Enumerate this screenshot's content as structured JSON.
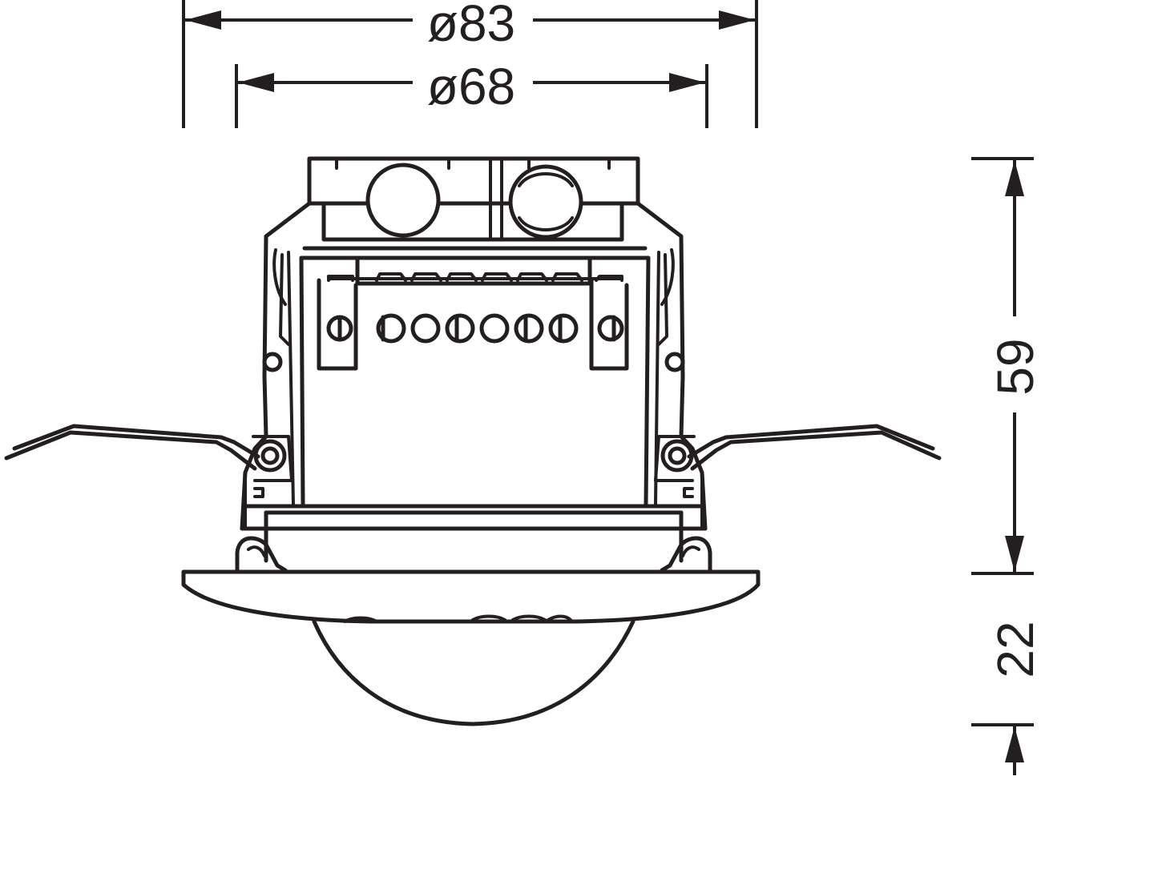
{
  "drawing": {
    "dimensions": {
      "outer_diameter": "ø83",
      "inner_diameter": "ø68",
      "body_height": "59",
      "dome_height": "22"
    },
    "colors": {
      "line": "#231f20",
      "background": "#ffffff"
    }
  }
}
